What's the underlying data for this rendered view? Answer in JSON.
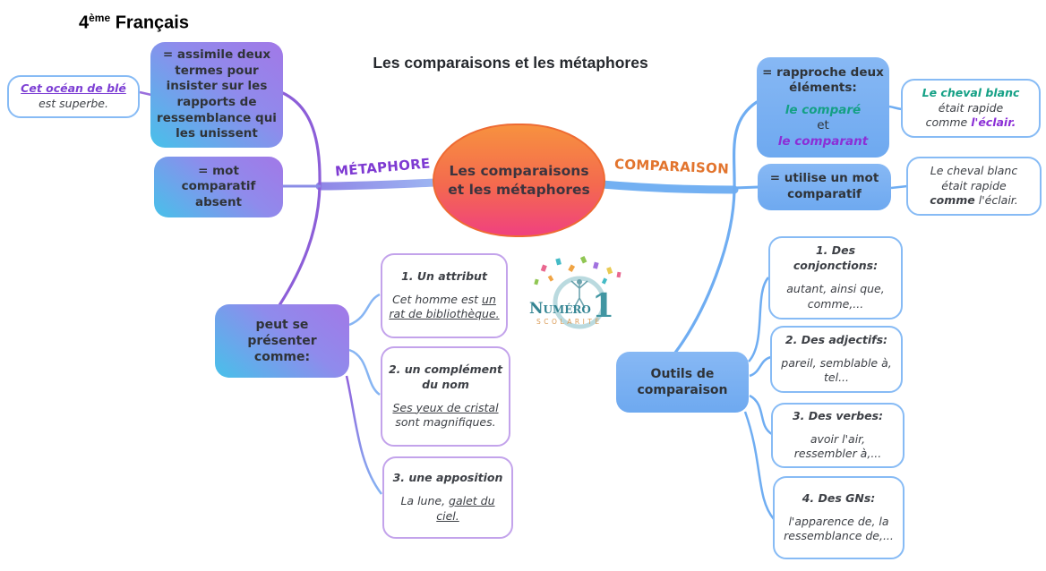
{
  "header": {
    "grade": "4",
    "grade_sup": "ème",
    "subject": " Français"
  },
  "title": "Les comparaisons et les métaphores",
  "center_node": "Les comparaisons et les métaphores",
  "colors": {
    "branch_purple": "#8c5ed8",
    "branch_blue": "#6fadf2",
    "metaphore_label": "#7e3ad2",
    "comparaison_label": "#e2742d",
    "teal_text": "#14a085",
    "purple_text": "#8b2fd6",
    "node_gradient_top": "#f7913f",
    "node_gradient_bottom": "#f0417f",
    "box_gradient_purple": "#a278e7",
    "box_gradient_cyan": "#47c1ea",
    "box_blue": "#74b0f2"
  },
  "metaphore": {
    "label": "MÉTAPHORE",
    "definition": "= assimile deux termes pour insister sur les rapports de ressemblance qui les unissent",
    "definition2": "= mot comparatif absent",
    "example": {
      "highlight": "Cet océan de blé",
      "rest": "est superbe."
    },
    "presentation_label": "peut se présenter comme:",
    "forms": [
      {
        "title": "1. Un attribut",
        "pre": "Cet homme est ",
        "underlined": "un rat de bibliothèque.",
        "post": ""
      },
      {
        "title": "2. un complément du nom",
        "pre": "",
        "underlined": "Ses yeux de cristal",
        "post": " sont magnifiques."
      },
      {
        "title": "3. une apposition",
        "pre": "La lune, ",
        "underlined": "galet du ciel.",
        "post": ""
      }
    ]
  },
  "comparaison": {
    "label": "COMPARAISON",
    "definition": {
      "intro": "= rapproche deux éléments:",
      "compared": "le comparé",
      "conjunction": "et",
      "comparant": "le comparant"
    },
    "definition2": "= utilise un mot comparatif",
    "example1": {
      "line1": "Le cheval blanc",
      "line2": "était rapide",
      "line3_pre": "comme ",
      "line3_highlight": "l'éclair."
    },
    "example2": {
      "line1": "Le cheval blanc",
      "line2": "était rapide",
      "line3_bold": "comme",
      "line3_post": " l'éclair."
    },
    "tools_label": "Outils de comparaison",
    "tools": [
      {
        "title": "1. Des conjonctions:",
        "body": "autant, ainsi que, comme,..."
      },
      {
        "title": "2. Des adjectifs:",
        "body": "pareil, semblable à, tel..."
      },
      {
        "title": "3. Des verbes:",
        "body": "avoir l'air, ressembler à,..."
      },
      {
        "title": "4. Des GNs:",
        "body": "l'apparence de, la ressemblance de,..."
      }
    ]
  },
  "logo": {
    "brand": "Numéro",
    "brand_number": "1",
    "brand_sub": "SCOLARITÉ"
  }
}
